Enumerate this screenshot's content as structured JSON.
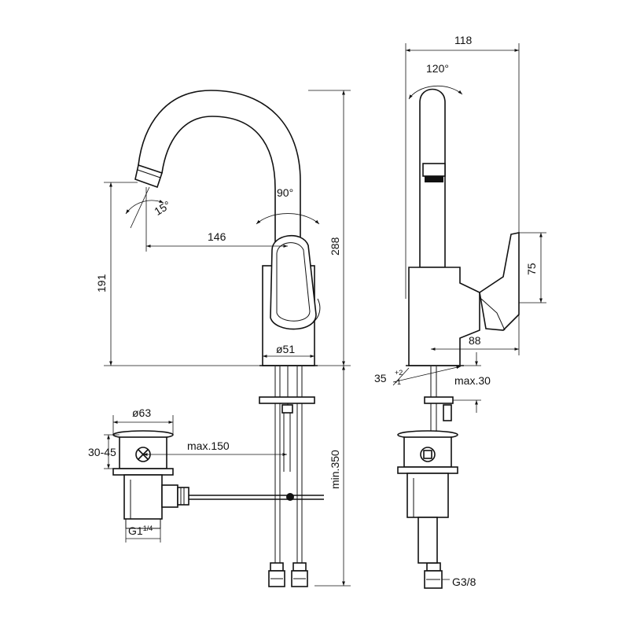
{
  "dimensions": {
    "spout_reach": "146",
    "height_total": "288",
    "outlet_height": "191",
    "body_diameter": "ø51",
    "swivel_angle": "90°",
    "outlet_angle": "15°",
    "side_width": "118",
    "side_swivel_angle": "120°",
    "lever_height": "75",
    "lever_depth": "88",
    "lever_tilt_angle": "35",
    "lever_tilt_sup": "+2",
    "lever_tilt_sub": "-1",
    "deck_thickness": "max.30",
    "pipe_length": "min.350",
    "waste_diameter": "ø63",
    "waste_depth": "30-45",
    "rod_length": "max.150",
    "waste_thread": "G1",
    "waste_thread_sup": "1/4",
    "supply_thread": "G3/8"
  }
}
